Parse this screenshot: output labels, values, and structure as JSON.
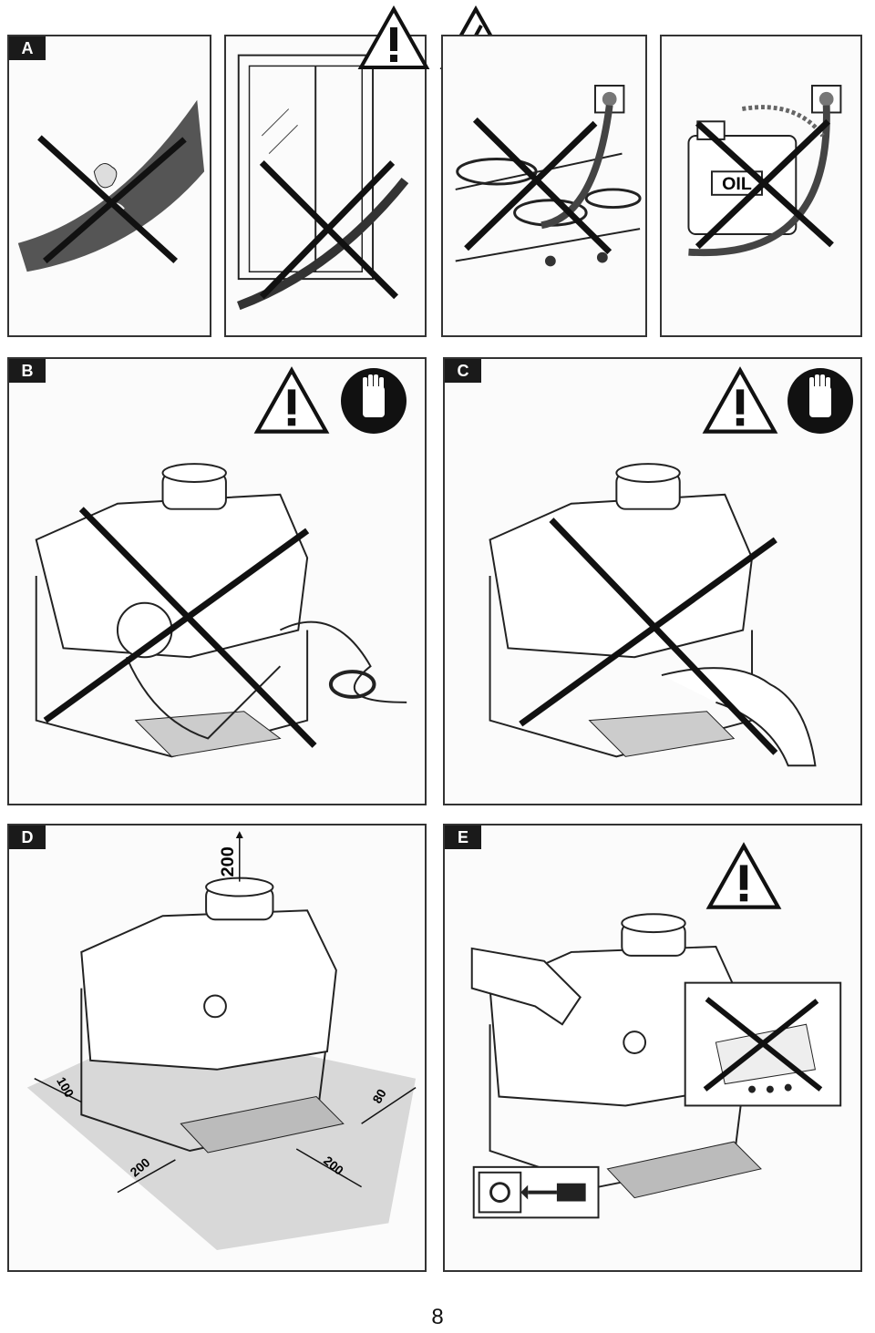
{
  "panels": {
    "a": {
      "letter": "A"
    },
    "b": {
      "letter": "B"
    },
    "c": {
      "letter": "C"
    },
    "d": {
      "letter": "D",
      "dimensions": {
        "top": "200",
        "left": "100",
        "right": "80",
        "front_left": "200",
        "front_right": "200"
      }
    },
    "e": {
      "letter": "E"
    }
  },
  "oil_can_label": "OIL",
  "icons": [
    "warning-triangle-icon",
    "electric-shock-icon",
    "stop-hand-icon",
    "wall-socket-icon",
    "plug-icon"
  ],
  "page_number": "8"
}
